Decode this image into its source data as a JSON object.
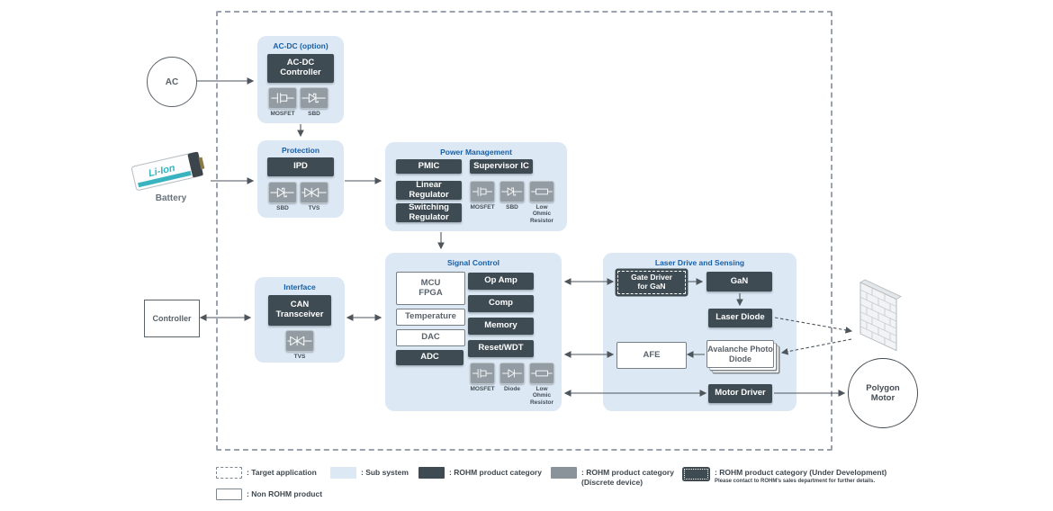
{
  "external": {
    "ac": "AC",
    "battery": "Battery",
    "battery_cell_text": "Li-Ion",
    "controller": "Controller",
    "polygon_motor": "Polygon Motor"
  },
  "subsystems": {
    "acdc": {
      "title": "AC-DC (option)",
      "boxes": [
        "AC-DC Controller"
      ],
      "discretes": [
        "MOSFET",
        "SBD"
      ]
    },
    "protection": {
      "title": "Protection",
      "boxes": [
        "IPD"
      ],
      "discretes": [
        "SBD",
        "TVS"
      ]
    },
    "power_management": {
      "title": "Power Management",
      "boxes": [
        "PMIC",
        "Linear Regulator",
        "Switching Regulator",
        "Supervisor IC"
      ],
      "discretes": [
        "MOSFET",
        "SBD",
        "Low Ohmic Resistor"
      ]
    },
    "interface": {
      "title": "Interface",
      "boxes": [
        "CAN Transceiver"
      ],
      "discretes": [
        "TVS"
      ]
    },
    "signal_control": {
      "title": "Signal Control",
      "non_rohm_boxes": [
        "MCU\nFPGA",
        "Temperature",
        "DAC"
      ],
      "rohm_boxes": [
        "ADC",
        "Op Amp",
        "Comp",
        "Memory",
        "Reset/WDT"
      ],
      "discretes": [
        "MOSFET",
        "Diode",
        "Low Ohmic Resistor"
      ]
    },
    "laser_drive": {
      "title": "Laser Drive and Sensing",
      "under_development_box": "Gate Driver\nfor GaN",
      "rohm_boxes": [
        "GaN",
        "Laser Diode",
        "Motor Driver"
      ],
      "non_rohm_boxes": [
        "AFE",
        "Avalanche Photo Diode"
      ]
    }
  },
  "legend": {
    "items": [
      {
        "label": ": Target application"
      },
      {
        "label": ": Sub system"
      },
      {
        "label": ": ROHM product category"
      },
      {
        "label": ": ROHM product category (Discrete device)"
      },
      {
        "label": ": ROHM product category (Under Development)",
        "note": "Please contact to ROHM's sales department for further details."
      },
      {
        "label": ": Non ROHM product"
      }
    ]
  },
  "colors": {
    "subsystem_bg": "#dce8f4",
    "rohm_dark": "#3f4b53",
    "discrete_gray": "#8b939a",
    "title_blue": "#1660a8",
    "arrow": "#4e565c",
    "battery_teal": "#39b3c0",
    "boundary_dash": "#9aa2ae"
  }
}
